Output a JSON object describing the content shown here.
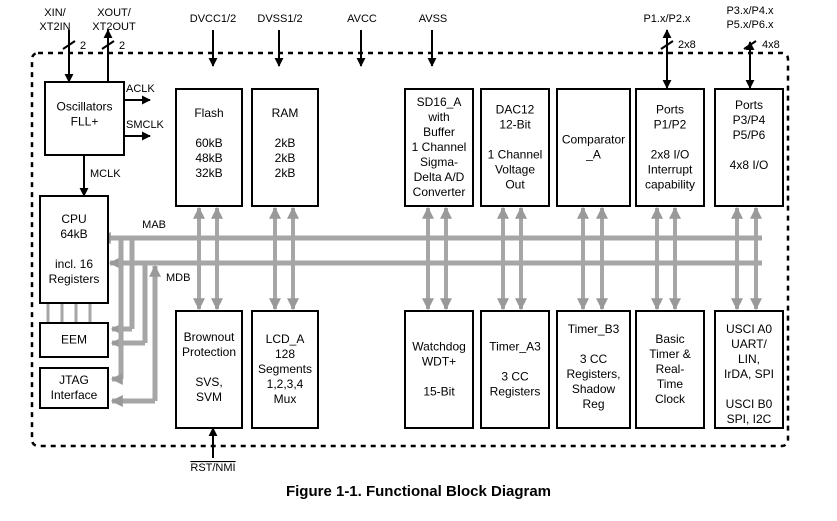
{
  "caption": "Figure 1-1. Functional Block Diagram",
  "pins": {
    "xin": [
      "XIN/",
      "XT2IN"
    ],
    "xout": [
      "XOUT/",
      "XT2OUT"
    ],
    "xin_width": "2",
    "xout_width": "2",
    "dvcc": "DVCC1/2",
    "dvss": "DVSS1/2",
    "avcc": "AVCC",
    "avss": "AVSS",
    "p1p2": "P1.x/P2.x",
    "p1p2_width": "2x8",
    "p3p6": [
      "P3.x/P4.x",
      "P5.x/P6.x"
    ],
    "p3p6_width": "4x8",
    "rst": "RST/NMI"
  },
  "signals": {
    "aclk": "ACLK",
    "smclk": "SMCLK",
    "mclk": "MCLK",
    "mab": "MAB",
    "mdb": "MDB"
  },
  "blocks": {
    "oscillators": [
      "Oscillators",
      "FLL+"
    ],
    "cpu": [
      "CPU",
      "64kB",
      "",
      "incl. 16",
      "Registers"
    ],
    "eem": [
      "EEM"
    ],
    "jtag": [
      "JTAG",
      "Interface"
    ],
    "flash": [
      "Flash",
      "",
      "60kB",
      "48kB",
      "32kB"
    ],
    "ram": [
      "RAM",
      "",
      "2kB",
      "2kB",
      "2kB"
    ],
    "sd16": [
      "SD16_A",
      "with",
      "Buffer",
      "1 Channel",
      "Sigma-",
      "Delta A/D",
      "Converter"
    ],
    "dac12": [
      "DAC12",
      "12-Bit",
      "",
      "1 Channel",
      "Voltage",
      "Out"
    ],
    "comparator": [
      "Comparator",
      "_A"
    ],
    "ports12": [
      "Ports",
      "P1/P2",
      "",
      "2x8 I/O",
      "Interrupt",
      "capability"
    ],
    "ports36": [
      "Ports",
      "P3/P4",
      "P5/P6",
      "",
      "4x8 I/O"
    ],
    "brownout": [
      "Brownout",
      "Protection",
      "",
      "SVS,",
      "SVM"
    ],
    "lcd": [
      "LCD_A",
      "128",
      "Segments",
      "1,2,3,4",
      "Mux"
    ],
    "watchdog": [
      "Watchdog",
      "WDT+",
      "",
      "15-Bit"
    ],
    "timera3": [
      "Timer_A3",
      "",
      "3 CC",
      "Registers"
    ],
    "timerb3": [
      "Timer_B3",
      "",
      "3 CC",
      "Registers,",
      "Shadow",
      "Reg"
    ],
    "basictimer": [
      "Basic",
      "Timer &",
      "Real-",
      "Time",
      "Clock"
    ],
    "usci": [
      "USCI A0",
      "UART/",
      "LIN,",
      "IrDA, SPI",
      "",
      "USCI B0",
      "SPI, I2C"
    ]
  }
}
